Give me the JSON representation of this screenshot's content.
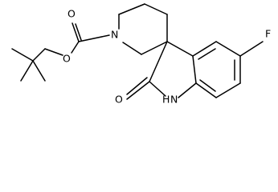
{
  "molecule": {
    "atoms": {
      "nitrogen": "N",
      "ester_oxygen": "O",
      "carbonyl_oxygen": "O",
      "lactam_oxygen": "O",
      "fluorine": "F",
      "lactam_nitrogen": "N",
      "lactam_hydrogen": "H"
    }
  }
}
